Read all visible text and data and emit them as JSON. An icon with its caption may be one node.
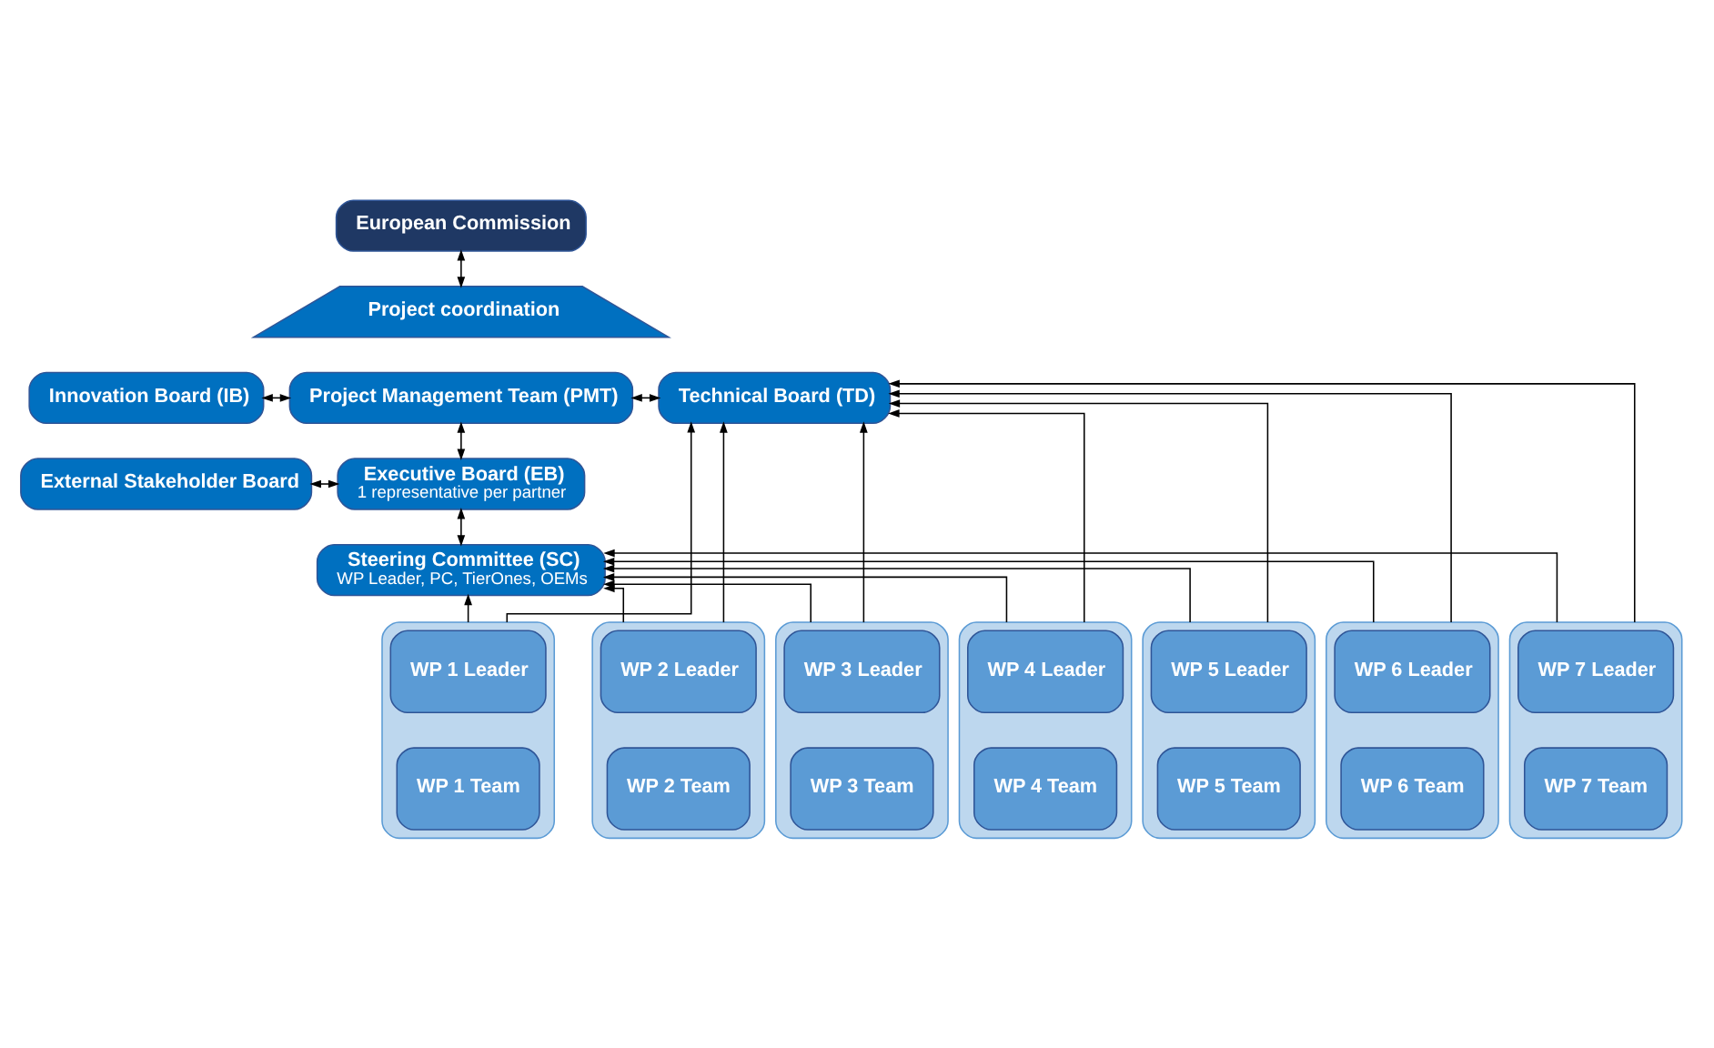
{
  "diagram": {
    "nodes": [
      {
        "text": [
          "European Commission"
        ]
      },
      {
        "text": [
          "Project coordination"
        ]
      },
      {
        "text": [
          "Project Management Team (PMT)"
        ]
      },
      {
        "text": [
          "Innovation Board (IB)"
        ]
      },
      {
        "text": [
          "Technical Board (TD)"
        ]
      },
      {
        "text": [
          "External Stakeholder Board"
        ]
      },
      {
        "text": [
          "Executive Board (EB)",
          "1 representative per partner"
        ]
      },
      {
        "text": [
          "Steering Committee (SC)",
          "WP Leader, PC, TierOnes, OEMs"
        ]
      },
      {
        "text": [],
        "shape": "box"
      },
      {
        "text": [
          "WP 1 Leader"
        ],
        "in": 8
      },
      {
        "text": [
          "WP 1 Team"
        ],
        "in": 8
      },
      {
        "text": [],
        "shape": "box"
      },
      {
        "text": [
          "WP 2 Leader"
        ],
        "in": 11
      },
      {
        "text": [
          "WP 2 Team"
        ],
        "in": 11
      },
      {
        "text": [],
        "shape": "box"
      },
      {
        "text": [
          "WP 3 Leader"
        ],
        "in": 14
      },
      {
        "text": [
          "WP 3 Team"
        ],
        "in": 14
      },
      {
        "text": [],
        "shape": "box"
      },
      {
        "text": [
          "WP 4 Leader"
        ],
        "in": 17
      },
      {
        "text": [
          "WP 4 Team"
        ],
        "in": 17
      },
      {
        "text": [],
        "shape": "box"
      },
      {
        "text": [
          "WP 5 Leader"
        ],
        "in": 20
      },
      {
        "text": [
          "WP 5 Team"
        ],
        "in": 20
      },
      {
        "text": [],
        "shape": "box"
      },
      {
        "text": [
          "WP 6 Leader"
        ],
        "in": 23
      },
      {
        "text": [
          "WP 6 Team"
        ],
        "in": 23
      },
      {
        "text": [],
        "shape": "box"
      },
      {
        "text": [
          "WP 7 Leader"
        ],
        "in": 26
      },
      {
        "text": [
          "WP 7 Team"
        ],
        "in": 26
      }
    ],
    "edges": [
      {
        "from": 0,
        "to": 1,
        "arrow": "both"
      },
      {
        "from": 3,
        "to": 2,
        "arrow": "both"
      },
      {
        "from": 2,
        "to": 4,
        "arrow": "both"
      },
      {
        "from": 2,
        "to": 6,
        "arrow": "both"
      },
      {
        "from": 5,
        "to": 6,
        "arrow": "both"
      },
      {
        "from": 6,
        "to": 7,
        "arrow": "both"
      },
      {
        "from": 8,
        "to": 7,
        "arrow": "to"
      },
      {
        "from": 11,
        "to": 7,
        "arrow": "to"
      },
      {
        "from": 14,
        "to": 7,
        "arrow": "to"
      },
      {
        "from": 17,
        "to": 7,
        "arrow": "to"
      },
      {
        "from": 20,
        "to": 7,
        "arrow": "to"
      },
      {
        "from": 23,
        "to": 7,
        "arrow": "to"
      },
      {
        "from": 26,
        "to": 7,
        "arrow": "to"
      },
      {
        "from": 8,
        "to": 4,
        "arrow": "to"
      },
      {
        "from": 11,
        "to": 4,
        "arrow": "to"
      },
      {
        "from": 14,
        "to": 4,
        "arrow": "to"
      },
      {
        "from": 17,
        "to": 4,
        "arrow": "to"
      },
      {
        "from": 20,
        "to": 4,
        "arrow": "to"
      },
      {
        "from": 23,
        "to": 4,
        "arrow": "to"
      },
      {
        "from": 26,
        "to": 4,
        "arrow": "to"
      }
    ]
  }
}
